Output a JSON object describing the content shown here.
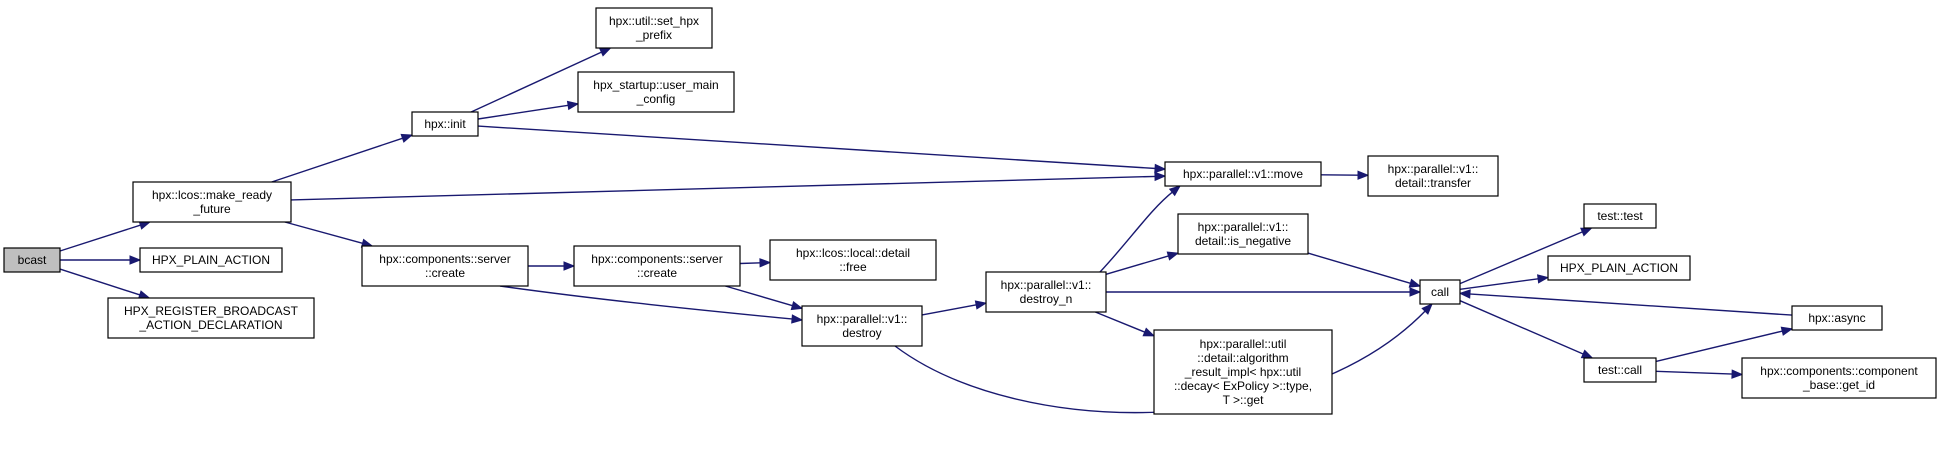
{
  "graph": {
    "nodes": [
      {
        "id": "bcast",
        "lines": [
          "bcast"
        ],
        "root": true
      },
      {
        "id": "make_ready_future",
        "lines": [
          "hpx::lcos::make_ready",
          "_future"
        ]
      },
      {
        "id": "plain_action_1",
        "lines": [
          "HPX_PLAIN_ACTION"
        ]
      },
      {
        "id": "register_broadcast",
        "lines": [
          "HPX_REGISTER_BROADCAST",
          "_ACTION_DECLARATION"
        ]
      },
      {
        "id": "hpx_init",
        "lines": [
          "hpx::init"
        ]
      },
      {
        "id": "set_hpx_prefix",
        "lines": [
          "hpx::util::set_hpx",
          "_prefix"
        ]
      },
      {
        "id": "user_main_config",
        "lines": [
          "hpx_startup::user_main",
          "_config"
        ]
      },
      {
        "id": "components_server_create_a",
        "lines": [
          "hpx::components::server",
          "::create"
        ]
      },
      {
        "id": "components_server_create_b",
        "lines": [
          "hpx::components::server",
          "::create"
        ]
      },
      {
        "id": "lcos_local_free",
        "lines": [
          "hpx::lcos::local::detail",
          "::free"
        ]
      },
      {
        "id": "parallel_move",
        "lines": [
          "hpx::parallel::v1::move"
        ]
      },
      {
        "id": "detail_transfer",
        "lines": [
          "hpx::parallel::v1::",
          "detail::transfer"
        ]
      },
      {
        "id": "parallel_destroy",
        "lines": [
          "hpx::parallel::v1::",
          "destroy"
        ]
      },
      {
        "id": "parallel_destroy_n",
        "lines": [
          "hpx::parallel::v1::",
          "destroy_n"
        ]
      },
      {
        "id": "detail_is_negative",
        "lines": [
          "hpx::parallel::v1::",
          "detail::is_negative"
        ]
      },
      {
        "id": "algorithm_result_get",
        "lines": [
          "hpx::parallel::util",
          "::detail::algorithm",
          "_result_impl< hpx::util",
          "::decay< ExPolicy >::type,",
          "T >::get"
        ]
      },
      {
        "id": "call",
        "lines": [
          "call"
        ]
      },
      {
        "id": "test_test",
        "lines": [
          "test::test"
        ]
      },
      {
        "id": "plain_action_2",
        "lines": [
          "HPX_PLAIN_ACTION"
        ]
      },
      {
        "id": "test_call",
        "lines": [
          "test::call"
        ]
      },
      {
        "id": "hpx_async",
        "lines": [
          "hpx::async"
        ]
      },
      {
        "id": "component_base_get_id",
        "lines": [
          "hpx::components::component",
          "_base::get_id"
        ]
      }
    ],
    "edges": [
      [
        "bcast",
        "make_ready_future"
      ],
      [
        "bcast",
        "plain_action_1"
      ],
      [
        "bcast",
        "register_broadcast"
      ],
      [
        "make_ready_future",
        "hpx_init"
      ],
      [
        "make_ready_future",
        "parallel_move"
      ],
      [
        "make_ready_future",
        "components_server_create_a"
      ],
      [
        "hpx_init",
        "set_hpx_prefix"
      ],
      [
        "hpx_init",
        "user_main_config"
      ],
      [
        "hpx_init",
        "parallel_move"
      ],
      [
        "parallel_move",
        "detail_transfer"
      ],
      [
        "components_server_create_a",
        "components_server_create_b"
      ],
      [
        "components_server_create_a",
        "parallel_destroy"
      ],
      [
        "components_server_create_b",
        "lcos_local_free"
      ],
      [
        "components_server_create_b",
        "parallel_destroy"
      ],
      [
        "parallel_destroy",
        "parallel_destroy_n"
      ],
      [
        "parallel_destroy",
        "call"
      ],
      [
        "parallel_destroy_n",
        "parallel_move"
      ],
      [
        "parallel_destroy_n",
        "detail_is_negative"
      ],
      [
        "parallel_destroy_n",
        "call"
      ],
      [
        "parallel_destroy_n",
        "algorithm_result_get"
      ],
      [
        "detail_is_negative",
        "call"
      ],
      [
        "call",
        "test_test"
      ],
      [
        "call",
        "plain_action_2"
      ],
      [
        "call",
        "test_call"
      ],
      [
        "hpx_async",
        "call"
      ],
      [
        "test_call",
        "hpx_async"
      ],
      [
        "test_call",
        "component_base_get_id"
      ]
    ]
  }
}
